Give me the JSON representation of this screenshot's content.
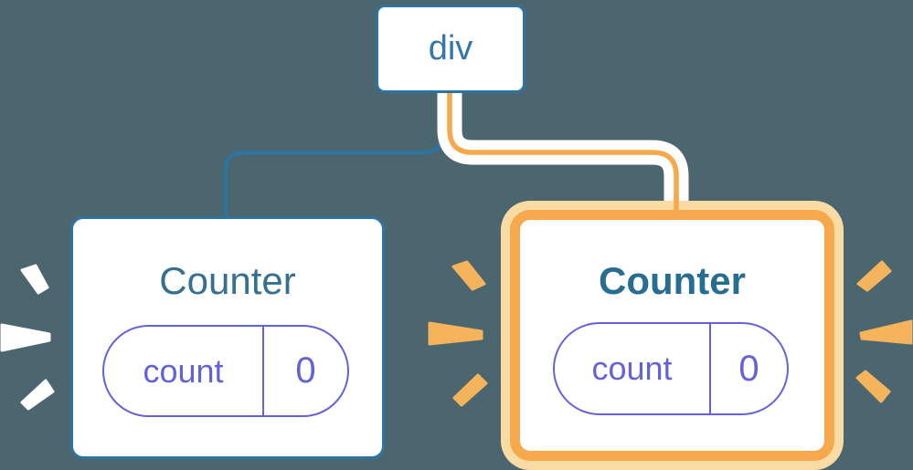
{
  "canvas": {
    "background": "#4C6670",
    "description": "Component tree diagram: a div root with two Counter children; the right Counter is highlighted with an orange glow and spark marks"
  },
  "colors": {
    "background": "#4C6670",
    "blue_stroke": "#2E74A2",
    "root_text": "#3577A6",
    "title_regular": "#35708E",
    "title_bold": "#276D91",
    "purple_pill": "#6462D8",
    "orange_strong": "#F5A94C",
    "orange_light": "#FBDBA4",
    "spark_orange": "#F5B45B",
    "spark_white": "#FFFFFF",
    "card_background": "#FFFFFF"
  },
  "root_node": {
    "label": "div"
  },
  "counters": [
    {
      "title": "Counter",
      "highlighted": false,
      "state": {
        "name": "count",
        "value": "0"
      }
    },
    {
      "title": "Counter",
      "highlighted": true,
      "state": {
        "name": "count",
        "value": "0"
      }
    }
  ]
}
